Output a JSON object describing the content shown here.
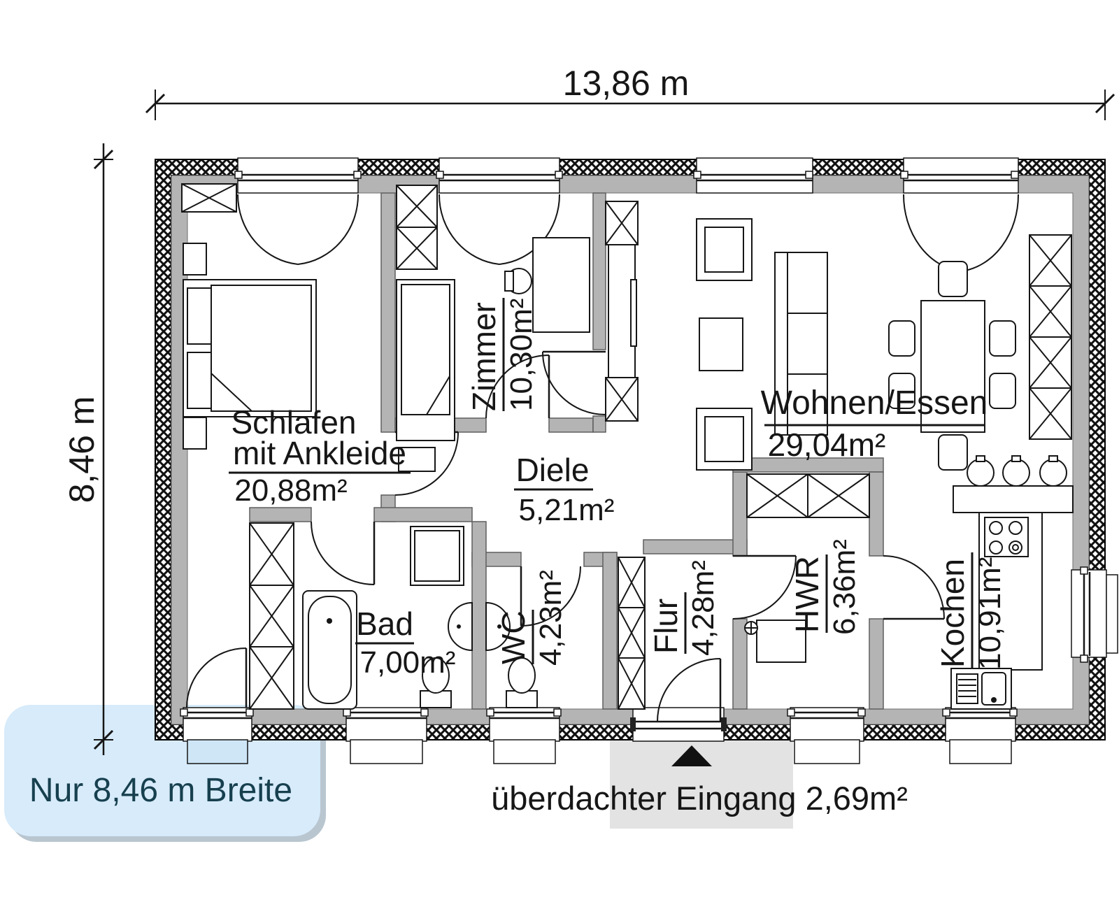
{
  "plan": {
    "dimension_top": "13,86 m",
    "dimension_left": "8,46 m",
    "rooms": [
      {
        "name": "Schlafen",
        "name_line2": "mit Ankleide",
        "area": "20,88m²"
      },
      {
        "name": "Zimmer",
        "area": "10,30m²"
      },
      {
        "name": "Diele",
        "area": "5,21m²"
      },
      {
        "name": "Wohnen/Essen",
        "area": "29,04m²"
      },
      {
        "name": "Bad",
        "area": "7,00m²"
      },
      {
        "name": "WC",
        "area": "4,23m²"
      },
      {
        "name": "Flur",
        "area": "4,28m²"
      },
      {
        "name": "HWR",
        "area": "6,36m²"
      },
      {
        "name": "Kochen",
        "area": "10,91m²"
      }
    ],
    "entrance_label": "überdachter Eingang 2,69m²",
    "note_badge": "Nur 8,46 m Breite",
    "colors": {
      "wall_gray": "#b4b4b4",
      "entrance_gray": "#e3e3e3",
      "note_bg": "#d7ebfa",
      "note_text": "#17404f",
      "sill_blue": "#cfe6f7"
    }
  }
}
